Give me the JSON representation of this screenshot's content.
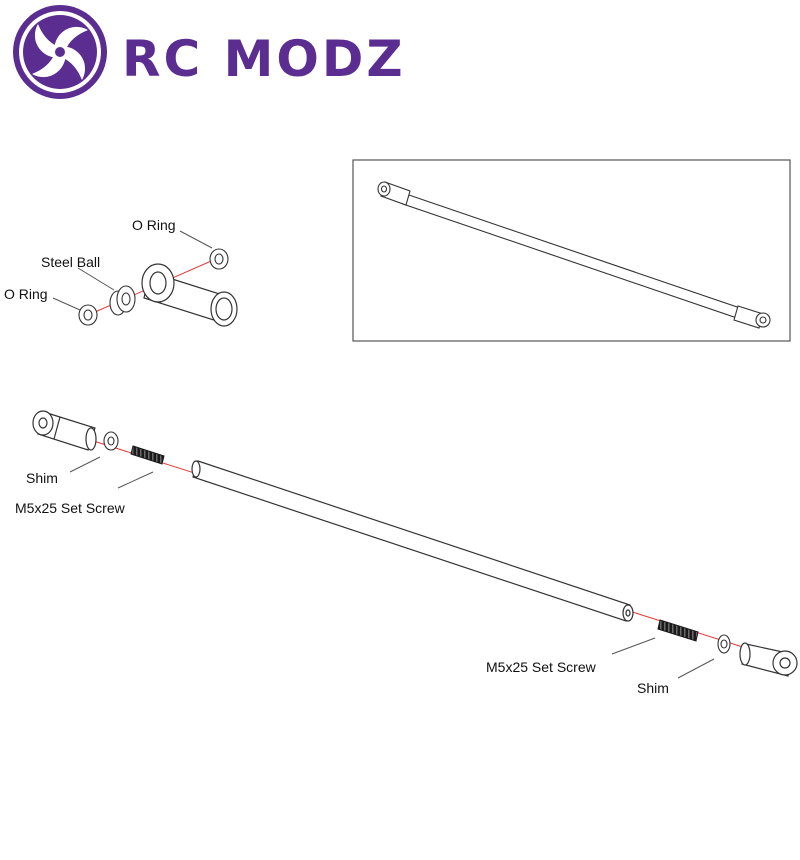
{
  "brand": {
    "name": "RC MODZ",
    "logo_icon": "swirl-logo-icon",
    "color": "#5b2d91"
  },
  "colors": {
    "line": "#333333",
    "axis": "#e53935",
    "screw": "#1a1a1a"
  },
  "callouts": {
    "o_ring_top": "O Ring",
    "steel_ball": "Steel Ball",
    "o_ring_left": "O Ring",
    "shim_left": "Shim",
    "set_screw_left": "M5x25 Set Screw",
    "set_screw_right": "M5x25 Set Screw",
    "shim_right": "Shim"
  }
}
